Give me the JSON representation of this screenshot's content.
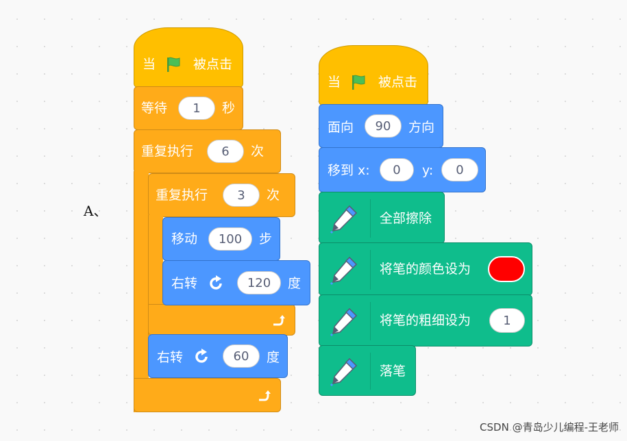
{
  "option_label": "A、",
  "colors": {
    "events": "#ffbf00",
    "control": "#ffab19",
    "motion": "#4c97ff",
    "pen": "#0fbd8c",
    "pen_color_value": "#ff0000"
  },
  "script1": {
    "hat": {
      "pre": "当",
      "icon": "green-flag-icon",
      "post": "被点击"
    },
    "wait": {
      "pre": "等待",
      "value": "1",
      "post": "秒"
    },
    "repeat_outer": {
      "pre": "重复执行",
      "value": "6",
      "post": "次"
    },
    "repeat_inner": {
      "pre": "重复执行",
      "value": "3",
      "post": "次"
    },
    "move": {
      "pre": "移动",
      "value": "100",
      "post": "步"
    },
    "turn_inner": {
      "pre": "右转",
      "icon": "rotate-clockwise-icon",
      "value": "120",
      "post": "度"
    },
    "turn_outer": {
      "pre": "右转",
      "icon": "rotate-clockwise-icon",
      "value": "60",
      "post": "度"
    }
  },
  "script2": {
    "hat": {
      "pre": "当",
      "icon": "green-flag-icon",
      "post": "被点击"
    },
    "point": {
      "pre": "面向",
      "value": "90",
      "post": "方向"
    },
    "goto": {
      "pre": "移到 x:",
      "x": "0",
      "ylabel": "y:",
      "y": "0"
    },
    "clear": {
      "label": "全部擦除",
      "icon": "pen-icon"
    },
    "set_color": {
      "label": "将笔的颜色设为",
      "icon": "pen-icon"
    },
    "set_size": {
      "label": "将笔的粗细设为",
      "value": "1",
      "icon": "pen-icon"
    },
    "pen_down": {
      "label": "落笔",
      "icon": "pen-icon"
    }
  },
  "watermark": "CSDN @青岛少儿编程-王老师"
}
